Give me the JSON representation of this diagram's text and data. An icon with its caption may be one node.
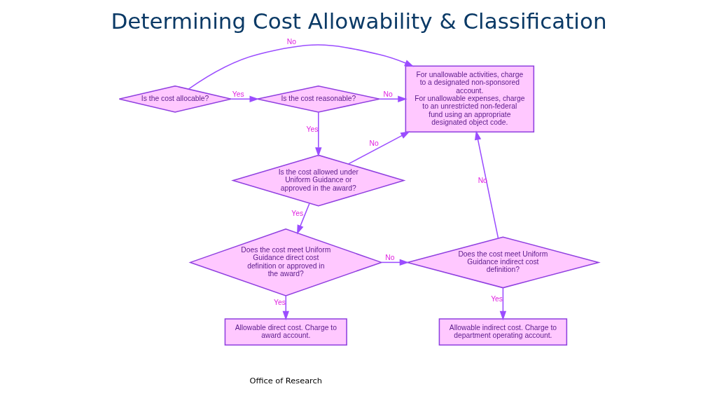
{
  "diagram": {
    "title": "Determining Cost Allowability & Classification",
    "nodes": [
      {
        "text": [
          "Is the cost allocable?"
        ]
      },
      {
        "text": [
          "Is the cost reasonable?"
        ]
      },
      {
        "text": [
          "For unallowable activities, charge to a designated non-sponsored account.",
          "For unallowable expenses, charge to an unrestricted non-federal fund using an appropriate designated object code."
        ]
      },
      {
        "text": [
          "Is the cost allowed under Uniform Guidance or approved in the award?"
        ]
      },
      {
        "text": [
          "Does the cost meet Uniform Guidance direct cost definition or approved in the award?"
        ]
      },
      {
        "text": [
          "Does the cost meet Uniform Guidance indirect cost definition?"
        ]
      },
      {
        "text": [
          "Allowable direct cost. Charge to award account."
        ]
      },
      {
        "text": [
          "Allowable indirect cost. Charge to department operating account."
        ]
      }
    ],
    "edges": [
      {
        "from": 0,
        "to": 1,
        "arrow": "to",
        "label": "Yes"
      },
      {
        "from": 0,
        "to": 2,
        "arrow": "to",
        "label": "No"
      },
      {
        "from": 1,
        "to": 2,
        "arrow": "to",
        "label": "No"
      },
      {
        "from": 1,
        "to": 3,
        "arrow": "to",
        "label": "Yes"
      },
      {
        "from": 3,
        "to": 2,
        "arrow": "to",
        "label": "No"
      },
      {
        "from": 3,
        "to": 4,
        "arrow": "to",
        "label": "Yes"
      },
      {
        "from": 4,
        "to": 5,
        "arrow": "to",
        "label": "No"
      },
      {
        "from": 4,
        "to": 6,
        "arrow": "to",
        "label": "Yes"
      },
      {
        "from": 5,
        "to": 2,
        "arrow": "to",
        "label": "No"
      },
      {
        "from": 5,
        "to": 7,
        "arrow": "to",
        "label": "Yes"
      }
    ],
    "labels": [
      "Office of Research"
    ]
  }
}
